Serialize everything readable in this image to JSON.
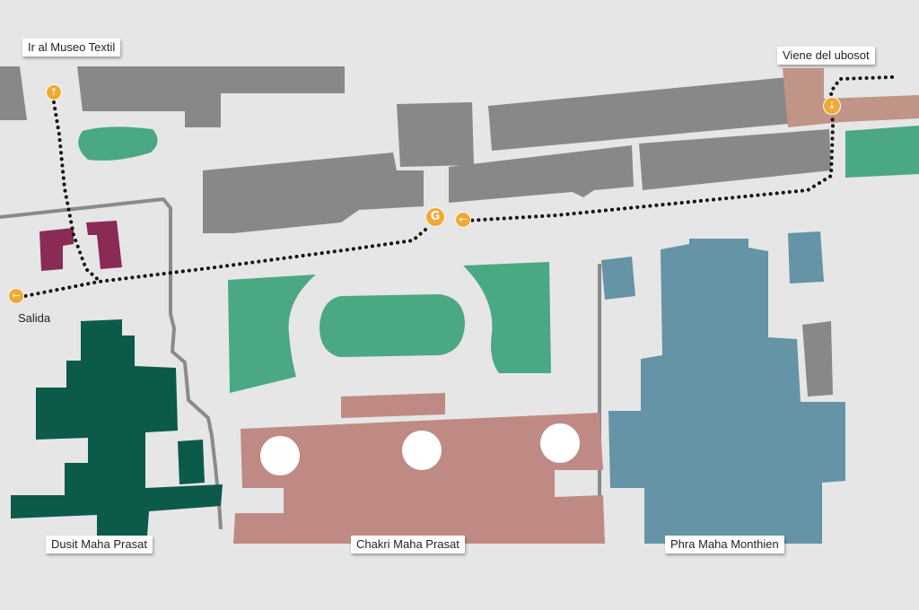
{
  "colors": {
    "background": "#e6e6e6",
    "building_gray": "#888888",
    "wall_gray": "#8a8a8a",
    "lawn_green": "#4aa883",
    "dark_green": "#0c5a4a",
    "purple": "#8a2b56",
    "pink": "#c08a84",
    "blue": "#6494a6",
    "marker_orange": "#f0a935",
    "route_black": "#111111"
  },
  "labels": {
    "museo": "Ir al Museo Textil",
    "ubosot": "Viene del ubosot",
    "salida": "Salida",
    "dusit": "Dusit Maha Prasat",
    "chakri": "Chakri Maha Prasat",
    "monthien": "Phra Maha Monthien"
  },
  "markers": {
    "g": "G",
    "up_icon": "arrow-up-icon",
    "down_icon": "arrow-down-icon",
    "left_icon": "arrow-left-icon"
  },
  "glyphs": {
    "up": "↑",
    "down": "↓",
    "left": "←"
  }
}
